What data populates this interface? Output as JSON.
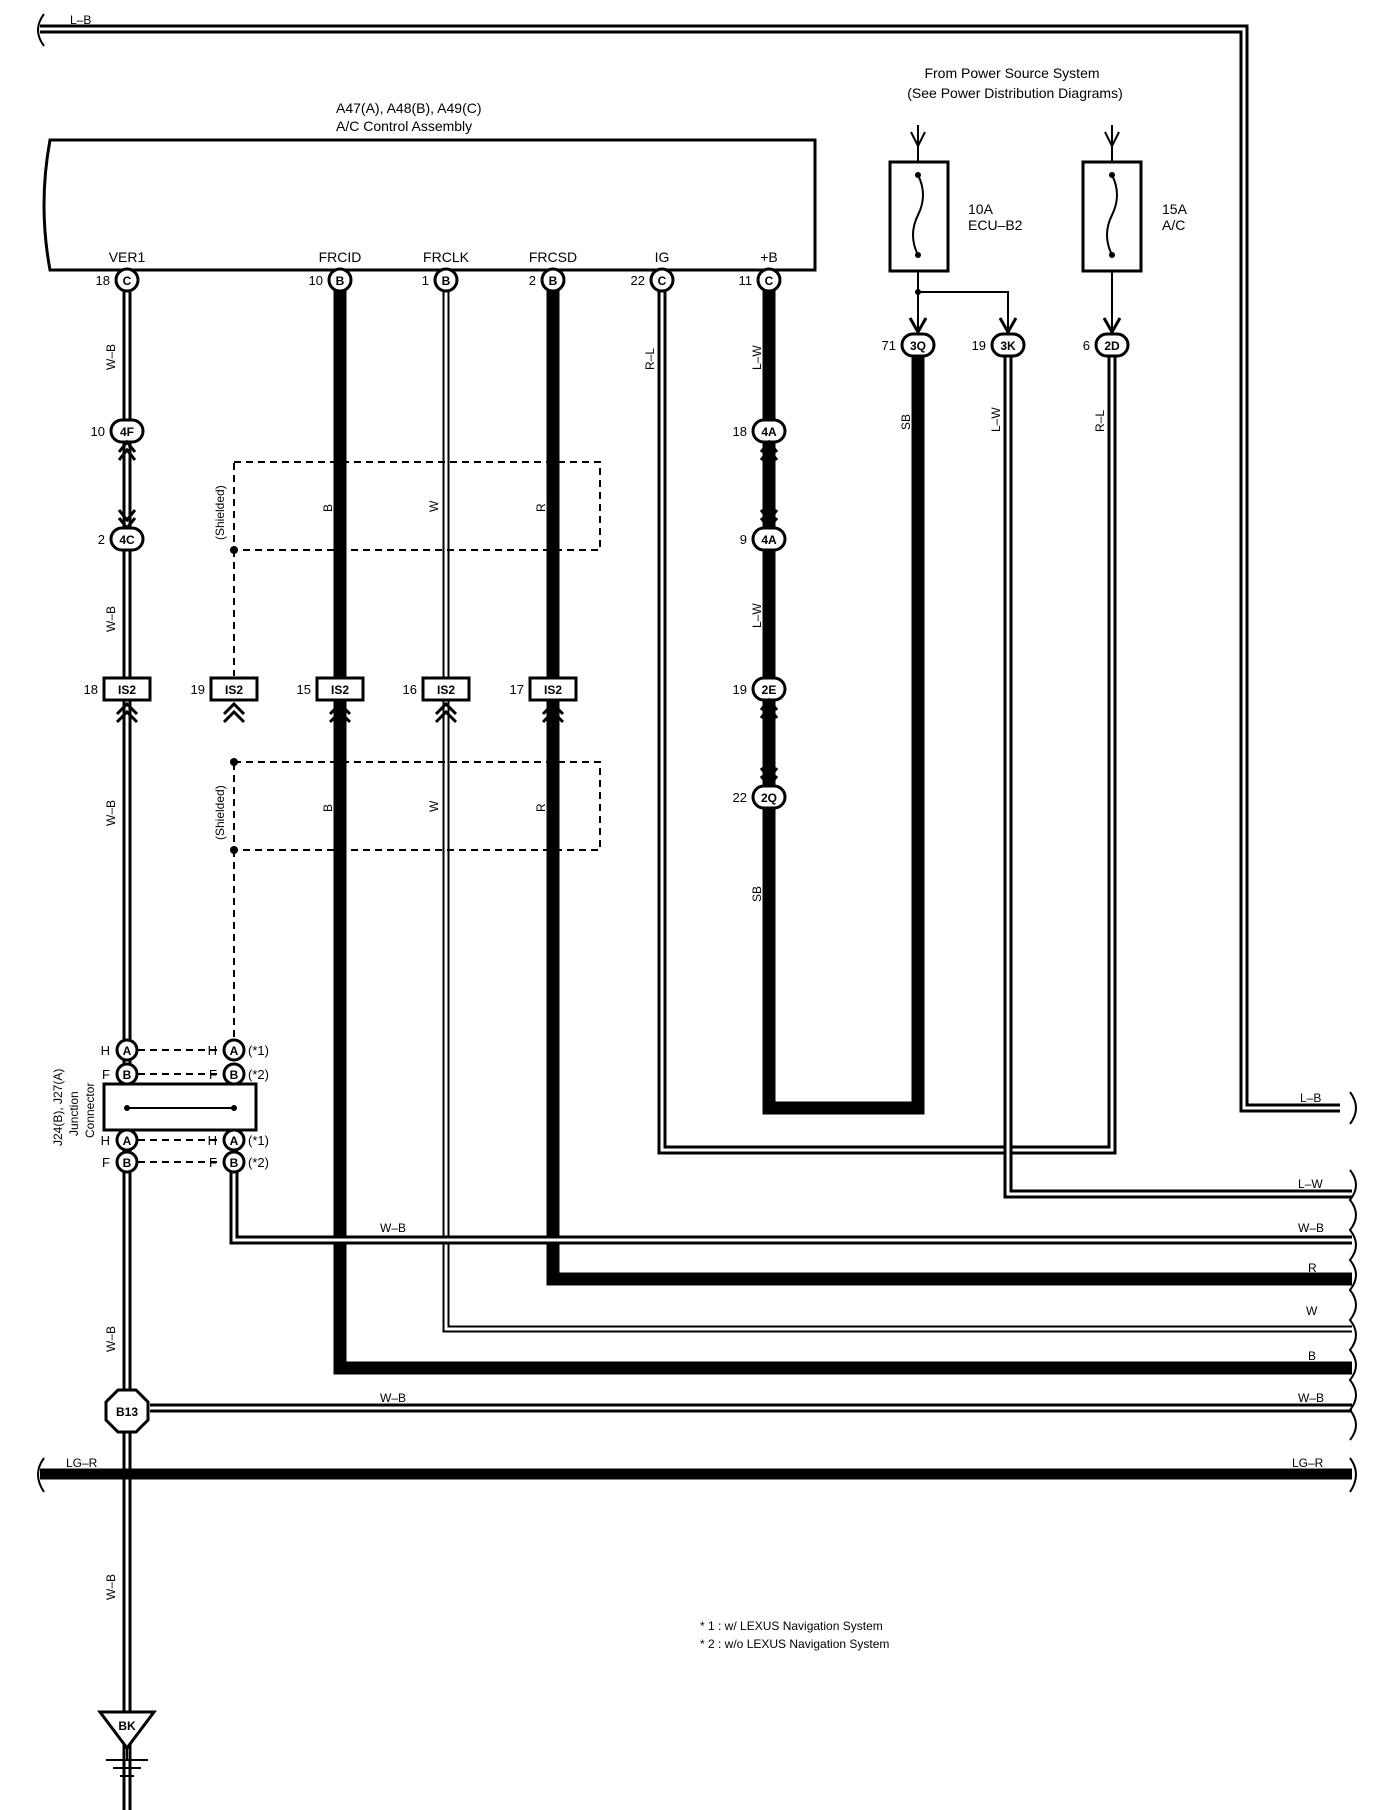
{
  "ac_assembly": {
    "title_line1": "A47(A), A48(B), A49(C)",
    "title_line2": "A/C Control Assembly",
    "terminals": [
      {
        "name": "VER1",
        "pin": "18",
        "conn": "C"
      },
      {
        "name": "FRCID",
        "pin": "10",
        "conn": "B"
      },
      {
        "name": "FRCLK",
        "pin": "1",
        "conn": "B"
      },
      {
        "name": "FRCSD",
        "pin": "2",
        "conn": "B"
      },
      {
        "name": "IG",
        "pin": "22",
        "conn": "C"
      },
      {
        "name": "+B",
        "pin": "11",
        "conn": "C"
      }
    ]
  },
  "power_source": {
    "line1": "From Power Source System",
    "line2": "(See Power Distribution Diagrams)",
    "fuses": [
      {
        "amp": "10A",
        "name": "ECU–B2"
      },
      {
        "amp": "15A",
        "name": "A/C"
      }
    ],
    "connectors": [
      {
        "pin": "71",
        "id": "3Q"
      },
      {
        "pin": "19",
        "id": "3K"
      },
      {
        "pin": "6",
        "id": "2D"
      }
    ]
  },
  "inline_connectors": {
    "c4f": {
      "pin": "10",
      "id": "4F"
    },
    "c4c": {
      "pin": "2",
      "id": "4C"
    },
    "c4a_1": {
      "pin": "18",
      "id": "4A"
    },
    "c4a_2": {
      "pin": "9",
      "id": "4A"
    },
    "c2e": {
      "pin": "19",
      "id": "2E"
    },
    "c2q": {
      "pin": "22",
      "id": "2Q"
    },
    "is2": [
      {
        "pin": "18",
        "id": "IS2"
      },
      {
        "pin": "19",
        "id": "IS2"
      },
      {
        "pin": "15",
        "id": "IS2"
      },
      {
        "pin": "16",
        "id": "IS2"
      },
      {
        "pin": "17",
        "id": "IS2"
      }
    ]
  },
  "wire_colors": {
    "wb": "W–B",
    "lw": "L–W",
    "rl": "R–L",
    "sb": "SB",
    "b": "B",
    "w": "W",
    "r": "R",
    "lb": "L–B",
    "lgr": "LG–R"
  },
  "shielded": "(Shielded)",
  "junction": {
    "title": "J24(B), J27(A)",
    "line2": "Junction",
    "line3": "Connector",
    "top_rows": [
      {
        "l": "H",
        "conn": "A",
        "r": "H",
        "note": "(*1)"
      },
      {
        "l": "F",
        "conn": "B",
        "r": "F",
        "note": "(*2)"
      }
    ],
    "bottom_rows": [
      {
        "l": "H",
        "conn": "A",
        "r": "H",
        "note": "(*1)"
      },
      {
        "l": "F",
        "conn": "B",
        "r": "F",
        "note": "(*2)"
      }
    ]
  },
  "splice": "B13",
  "ground": "BK",
  "notes": [
    "*  1 : w/ LEXUS Navigation System",
    "*  2 : w/o LEXUS Navigation System"
  ],
  "colors": {
    "ink": "#000000",
    "paper": "#ffffff"
  }
}
